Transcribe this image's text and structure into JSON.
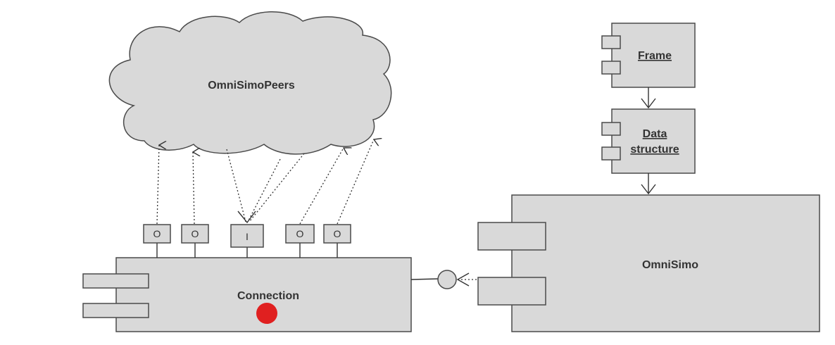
{
  "diagram": {
    "cloud_label": "OmniSimoPeers",
    "connection_label": "Connection",
    "omnisimo_label": "OmniSimo",
    "frame_label": "Frame",
    "data_structure_label_line1": "Data",
    "data_structure_label_line2": "structure",
    "ports": [
      "O",
      "O",
      "I",
      "O",
      "O"
    ],
    "colors": {
      "box_fill": "#d9d9d9",
      "stroke": "#4a4a4a",
      "marker": "#e02020"
    }
  }
}
